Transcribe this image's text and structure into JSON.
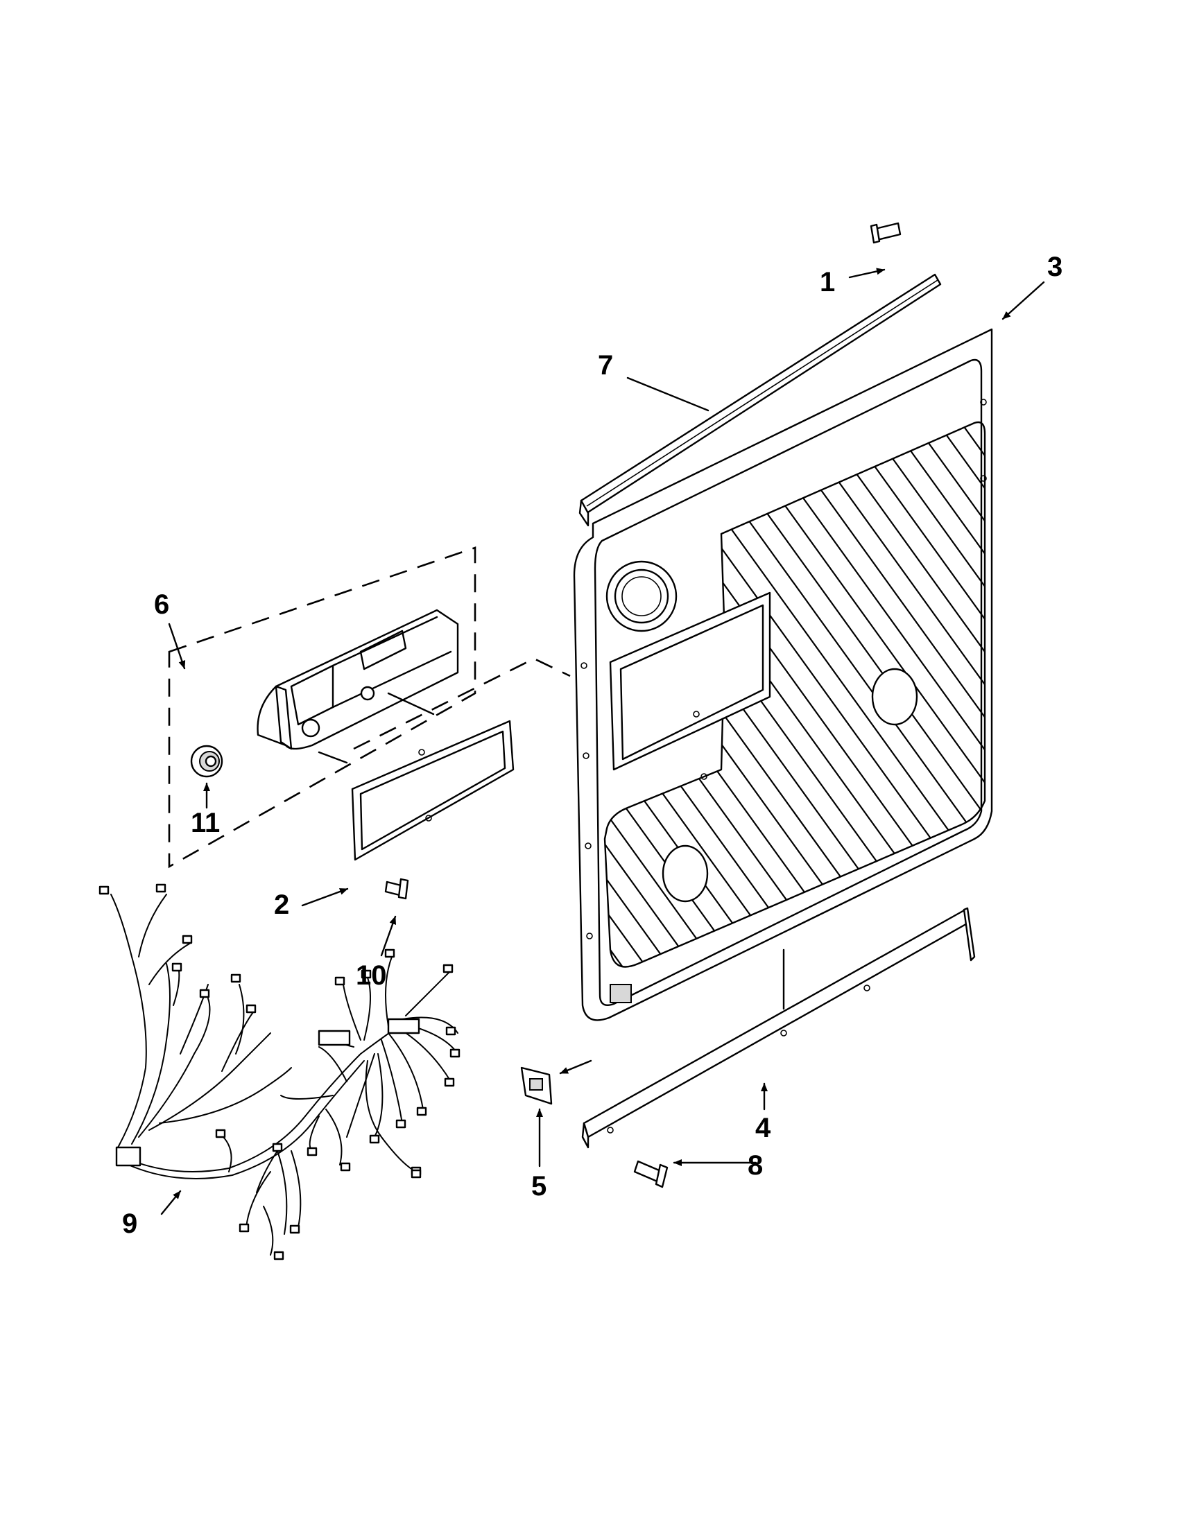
{
  "diagram": {
    "type": "exploded parts diagram",
    "callouts": [
      {
        "id": "1",
        "label": "1"
      },
      {
        "id": "2",
        "label": "2"
      },
      {
        "id": "3",
        "label": "3"
      },
      {
        "id": "4",
        "label": "4"
      },
      {
        "id": "5",
        "label": "5"
      },
      {
        "id": "6",
        "label": "6"
      },
      {
        "id": "7",
        "label": "7"
      },
      {
        "id": "8",
        "label": "8"
      },
      {
        "id": "9",
        "label": "9"
      },
      {
        "id": "10",
        "label": "10"
      },
      {
        "id": "11",
        "label": "11"
      }
    ]
  }
}
